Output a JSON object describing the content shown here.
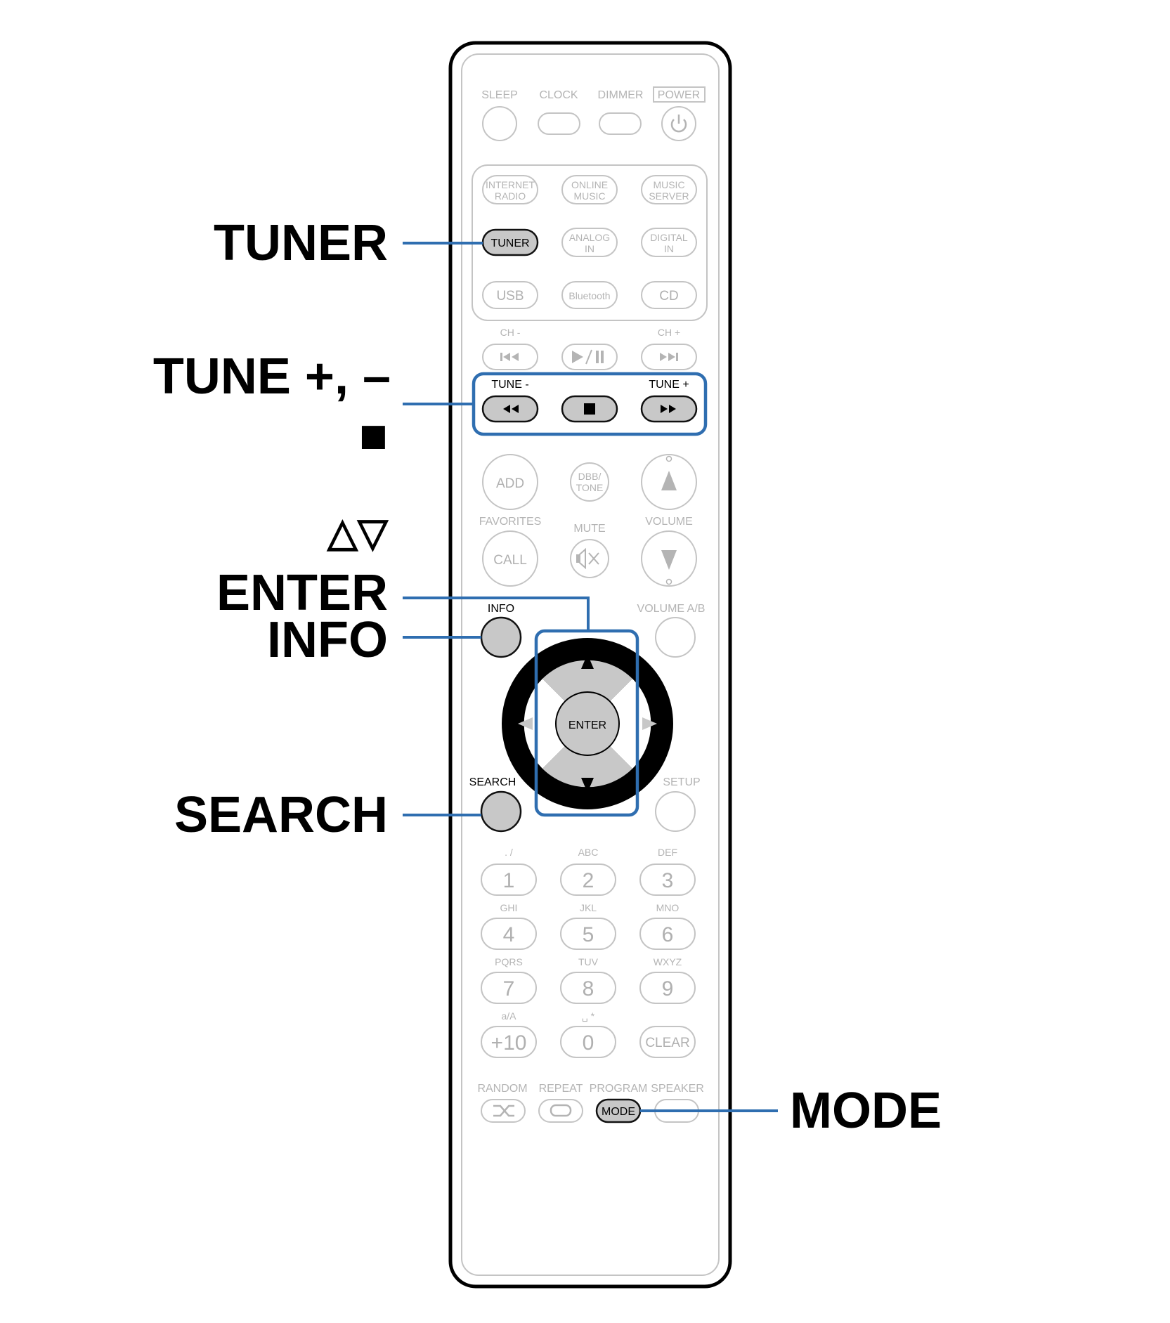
{
  "callouts": {
    "tuner": "TUNER",
    "tune": "TUNE +, –",
    "stop": "■",
    "arrows": "△▽",
    "enter": "ENTER",
    "info": "INFO",
    "search": "SEARCH",
    "mode": "MODE"
  },
  "remote": {
    "top_labels": {
      "sleep": "SLEEP",
      "clock": "CLOCK",
      "dimmer": "DIMMER",
      "power": "POWER"
    },
    "source": {
      "internet_radio": [
        "INTERNET",
        "RADIO"
      ],
      "online_music": [
        "ONLINE",
        "MUSIC"
      ],
      "music_server": [
        "MUSIC",
        "SERVER"
      ],
      "tuner": "TUNER",
      "analog_in": [
        "ANALOG",
        "IN"
      ],
      "digital_in": [
        "DIGITAL",
        "IN"
      ],
      "usb": "USB",
      "bluetooth": "Bluetooth",
      "cd": "CD"
    },
    "ch_minus": "CH -",
    "ch_plus": "CH +",
    "tune_minus": "TUNE -",
    "tune_plus": "TUNE +",
    "add": "ADD",
    "dbb": [
      "DBB/",
      "TONE"
    ],
    "favorites": "FAVORITES",
    "mute": "MUTE",
    "volume": "VOLUME",
    "call": "CALL",
    "info": "INFO",
    "volume_ab": "VOLUME A/B",
    "enter": "ENTER",
    "search": "SEARCH",
    "setup": "SETUP",
    "keypad": [
      {
        "sub": ". /",
        "num": "1"
      },
      {
        "sub": "ABC",
        "num": "2"
      },
      {
        "sub": "DEF",
        "num": "3"
      },
      {
        "sub": "GHI",
        "num": "4"
      },
      {
        "sub": "JKL",
        "num": "5"
      },
      {
        "sub": "MNO",
        "num": "6"
      },
      {
        "sub": "PQRS",
        "num": "7"
      },
      {
        "sub": "TUV",
        "num": "8"
      },
      {
        "sub": "WXYZ",
        "num": "9"
      },
      {
        "sub": "a/A",
        "num": "+10"
      },
      {
        "sub": "␣ *",
        "num": "0"
      },
      {
        "sub": "",
        "num": "CLEAR"
      }
    ],
    "bottom_labels": {
      "random": "RANDOM",
      "repeat": "REPEAT",
      "program": "PROGRAM",
      "speaker": "SPEAKER"
    },
    "mode": "MODE"
  },
  "colors": {
    "highlight": "#2f6eb0",
    "pressed_button": "#c8c8c8",
    "inactive": "#b4b4b4"
  }
}
